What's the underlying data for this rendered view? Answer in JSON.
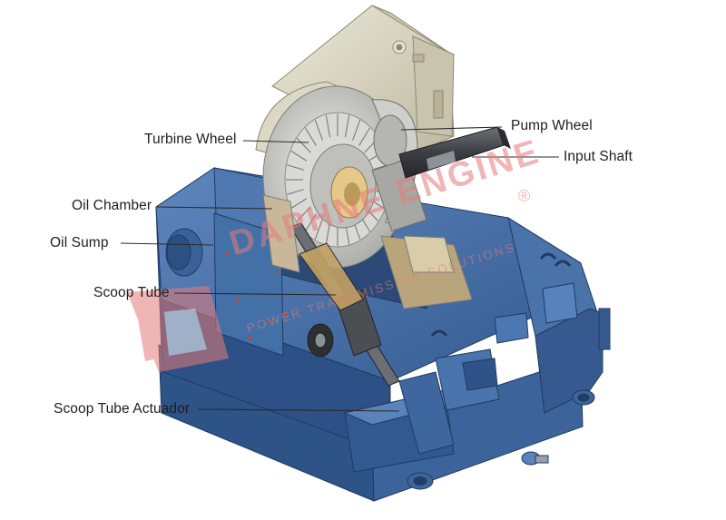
{
  "labels": {
    "turbine_wheel": "Turbine Wheel",
    "pump_wheel": "Pump Wheel",
    "input_shaft": "Input Shaft",
    "oil_chamber": "Oil Chamber",
    "oil_sump": "Oil Sump",
    "scoop_tube": "Scoop Tube",
    "scoop_tube_actuator": "Scoop Tube Actuador"
  },
  "watermark": {
    "brand": "DAPHNE ENGINE",
    "tagline": "POWER TRANSMISSION SOLUTIONS",
    "registered_mark": "®"
  },
  "colors": {
    "housing_blue": "#3f6aa3",
    "housing_dark": "#2c4f80",
    "housing_light": "#6f95c6",
    "casing_tan": "#d9d5c2",
    "wheel_gray": "#cfd0ce",
    "watermark_red": "#e57b7b",
    "leader_line": "#2a2a2a"
  }
}
